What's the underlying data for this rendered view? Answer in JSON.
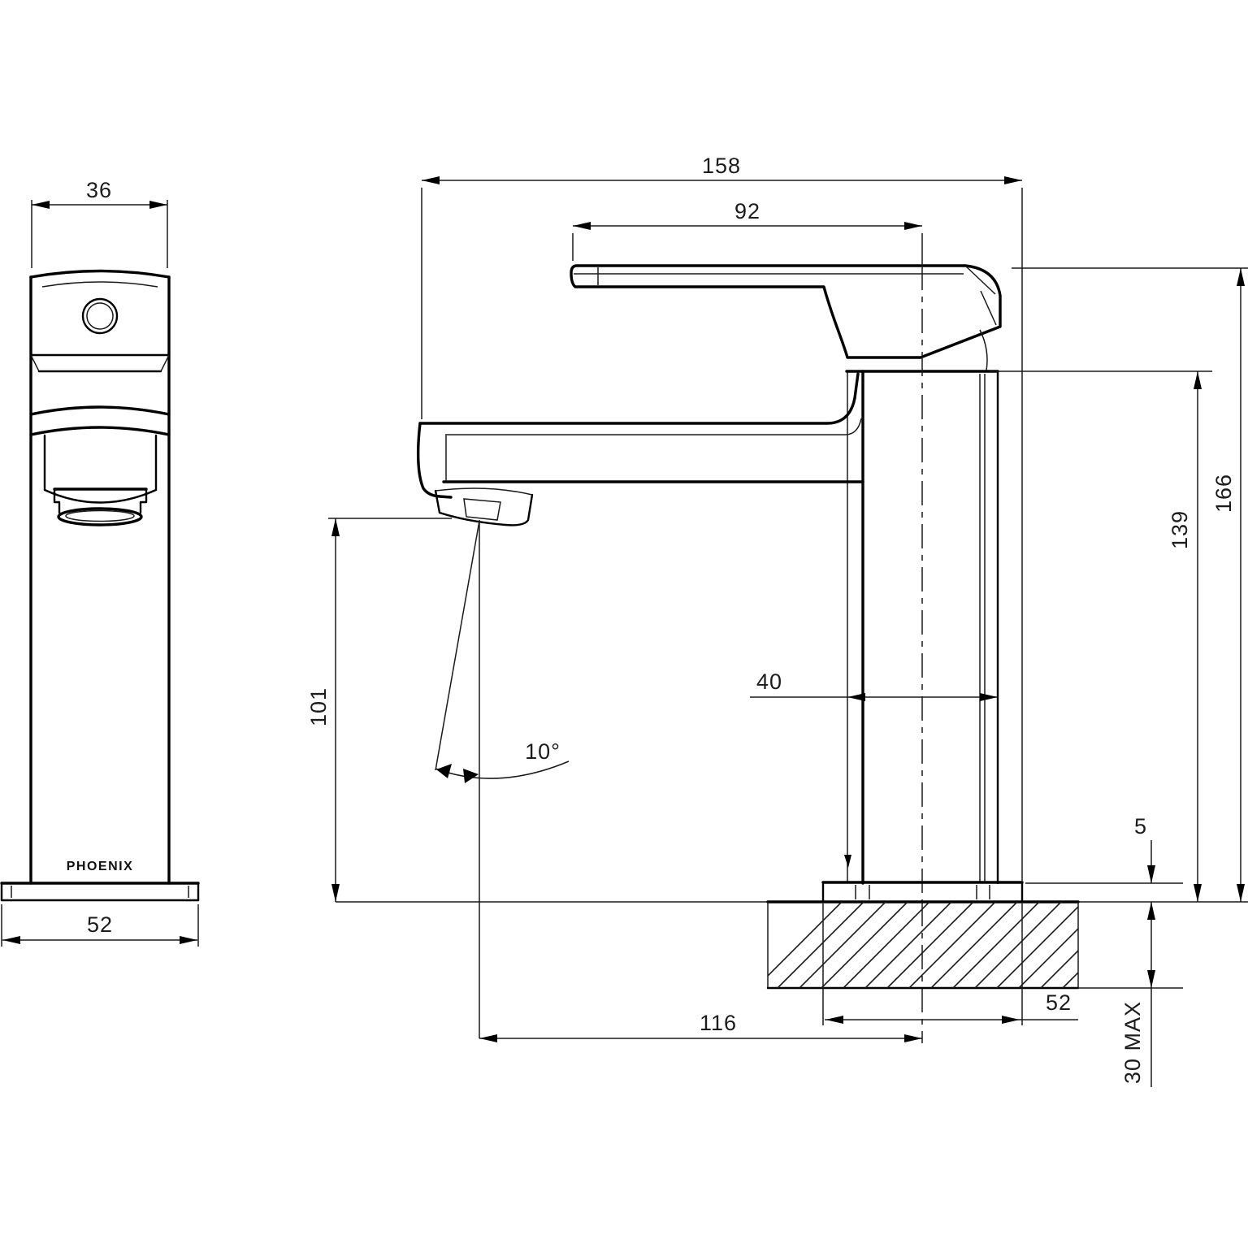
{
  "drawing": {
    "front": {
      "width_label": "36",
      "base_label": "52",
      "brand": "PHOENIX"
    },
    "side": {
      "overall_reach": "158",
      "handle_length": "92",
      "outlet_height": "101",
      "spout_angle": "10°",
      "body_width": "40",
      "body_height": "139",
      "overall_height": "166",
      "base_thickness": "5",
      "outlet_reach": "116",
      "base_depth": "52",
      "mount_max": "30 MAX"
    }
  }
}
